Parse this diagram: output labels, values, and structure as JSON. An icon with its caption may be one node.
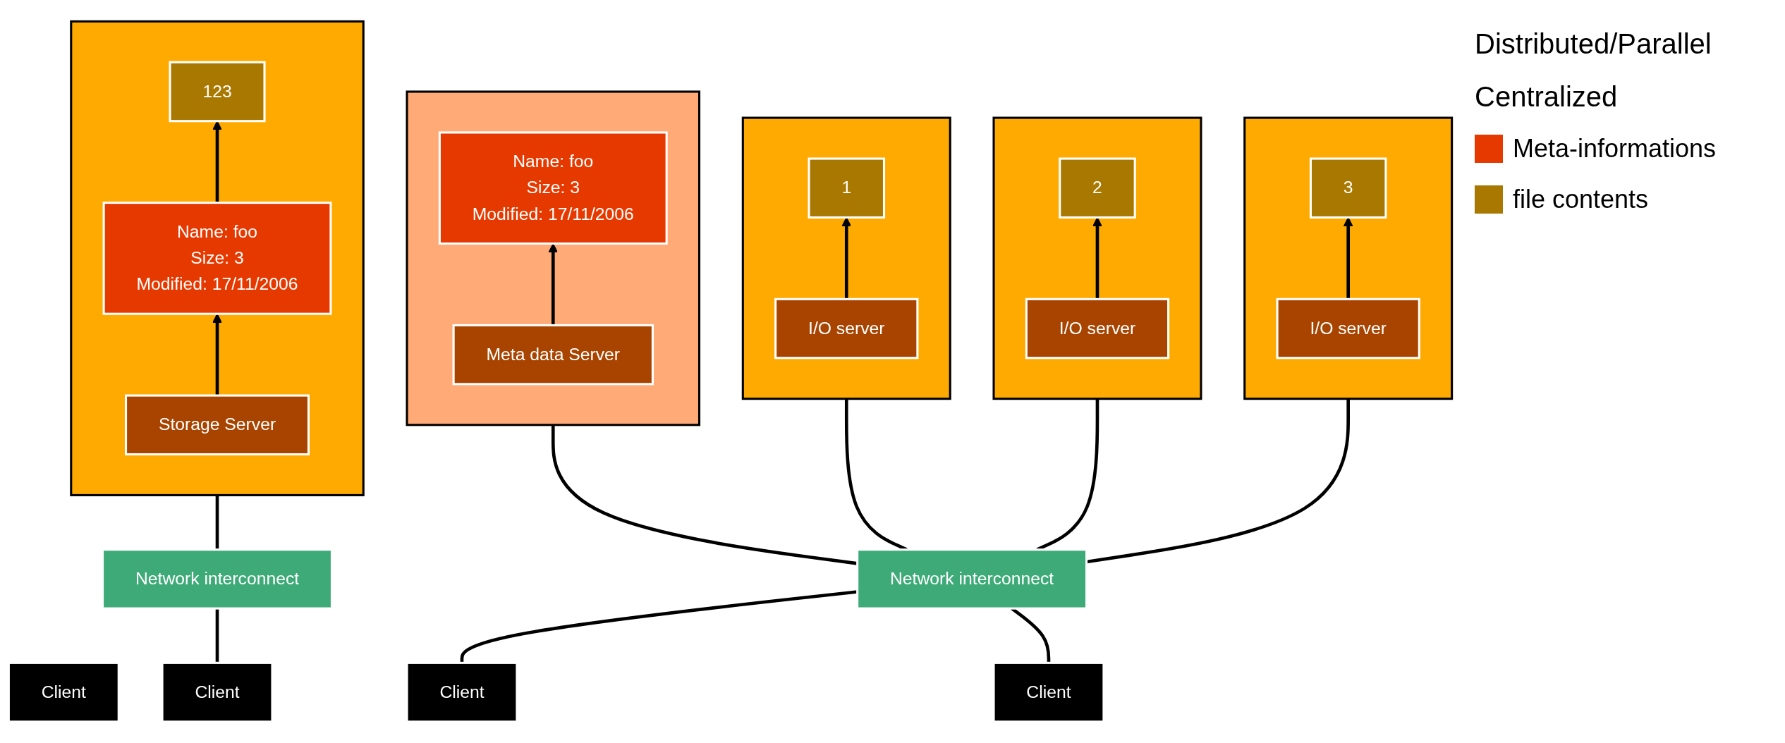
{
  "diagram": {
    "nodes": [
      {
        "text": [],
        "shape": "box"
      },
      {
        "text": [
          "123"
        ],
        "in": 0
      },
      {
        "text": [
          "Name: foo",
          "Size: 3",
          "Modified: 17/11/2006"
        ],
        "in": 0
      },
      {
        "text": [
          "Storage Server"
        ],
        "in": 0
      },
      {
        "text": [
          "Network interconnect"
        ]
      },
      {
        "text": [
          "Client"
        ]
      },
      {
        "text": [
          "Client"
        ]
      },
      {
        "text": [],
        "shape": "box"
      },
      {
        "text": [
          "Name: foo",
          "Size: 3",
          "Modified: 17/11/2006"
        ],
        "in": 7
      },
      {
        "text": [
          "Meta data Server"
        ],
        "in": 7
      },
      {
        "text": [],
        "shape": "box"
      },
      {
        "text": [
          "1"
        ],
        "in": 10
      },
      {
        "text": [
          "I/O server"
        ],
        "in": 10
      },
      {
        "text": [],
        "shape": "box"
      },
      {
        "text": [
          "2"
        ],
        "in": 13
      },
      {
        "text": [
          "I/O server"
        ],
        "in": 13
      },
      {
        "text": [],
        "shape": "box"
      },
      {
        "text": [
          "3"
        ],
        "in": 16
      },
      {
        "text": [
          "I/O server"
        ],
        "in": 16
      },
      {
        "text": [
          "Network interconnect"
        ]
      },
      {
        "text": [
          "Client"
        ]
      },
      {
        "text": [
          "Client"
        ]
      }
    ],
    "edges": [
      {
        "from": 3,
        "to": 2,
        "arrow": "to"
      },
      {
        "from": 2,
        "to": 1,
        "arrow": "to"
      },
      {
        "from": 0,
        "to": 4,
        "arrow": "none"
      },
      {
        "from": 4,
        "to": 6,
        "arrow": "none"
      },
      {
        "from": 9,
        "to": 8,
        "arrow": "to"
      },
      {
        "from": 12,
        "to": 11,
        "arrow": "to"
      },
      {
        "from": 15,
        "to": 14,
        "arrow": "to"
      },
      {
        "from": 18,
        "to": 17,
        "arrow": "to"
      },
      {
        "from": 7,
        "to": 19,
        "arrow": "none"
      },
      {
        "from": 10,
        "to": 19,
        "arrow": "none"
      },
      {
        "from": 13,
        "to": 19,
        "arrow": "none"
      },
      {
        "from": 16,
        "to": 19,
        "arrow": "none"
      },
      {
        "from": 19,
        "to": 20,
        "arrow": "none"
      },
      {
        "from": 19,
        "to": 21,
        "arrow": "none"
      }
    ],
    "labels": [
      "Distributed/Parallel",
      "Centralized"
    ],
    "legend": [
      {
        "text": "Meta-informations",
        "color": "#e63900"
      },
      {
        "text": "file contents",
        "color": "#a87800"
      }
    ]
  }
}
